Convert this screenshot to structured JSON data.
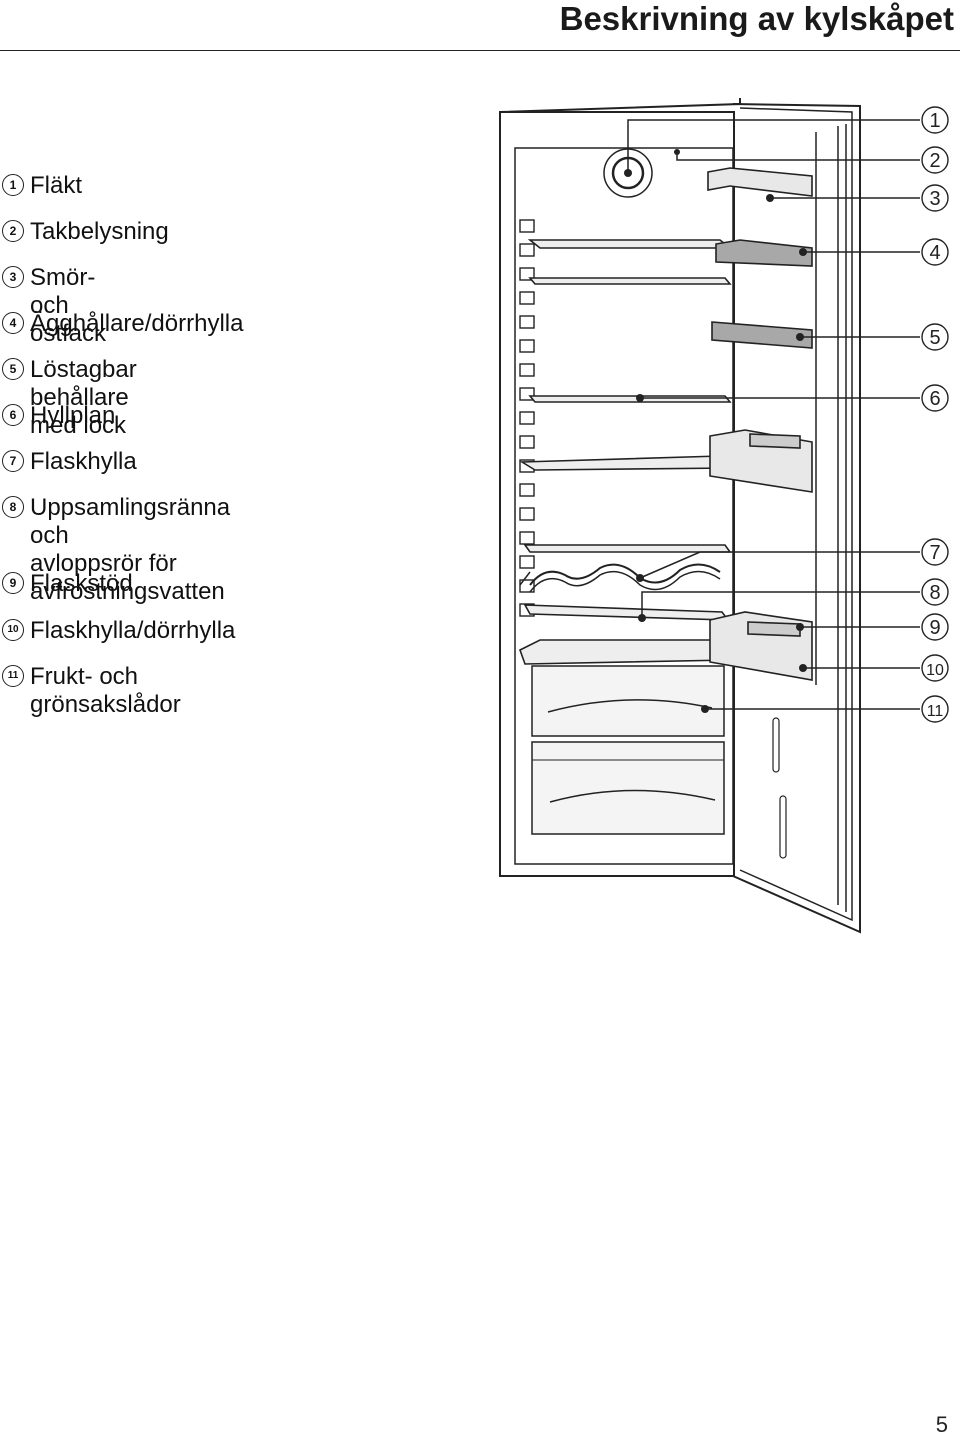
{
  "header": {
    "title": "Beskrivning av kylskåpet"
  },
  "legend": [
    {
      "num": "1",
      "label": "Fläkt"
    },
    {
      "num": "2",
      "label": "Takbelysning"
    },
    {
      "num": "3",
      "label": "Smör- och ostfack"
    },
    {
      "num": "4",
      "label": "Ägghållare/dörrhylla"
    },
    {
      "num": "5",
      "label": "Löstagbar behållare med lock"
    },
    {
      "num": "6",
      "label": "Hyllplan"
    },
    {
      "num": "7",
      "label": "Flaskhylla"
    },
    {
      "num": "8",
      "label": "Uppsamlingsränna och\navloppsrör för avfrostningsvatten"
    },
    {
      "num": "9",
      "label": "Flaskstöd"
    },
    {
      "num": "10",
      "label": "Flaskhylla/dörrhylla"
    },
    {
      "num": "11",
      "label": "Frukt- och grönsakslådor"
    }
  ],
  "callouts": [
    "1",
    "2",
    "3",
    "4",
    "5",
    "6",
    "7",
    "8",
    "9",
    "10",
    "11"
  ],
  "page": {
    "number": "5"
  },
  "colors": {
    "line": "#222222",
    "shelf_fill": "#e6e6e6",
    "bin_fill": "#9a9a9a"
  }
}
